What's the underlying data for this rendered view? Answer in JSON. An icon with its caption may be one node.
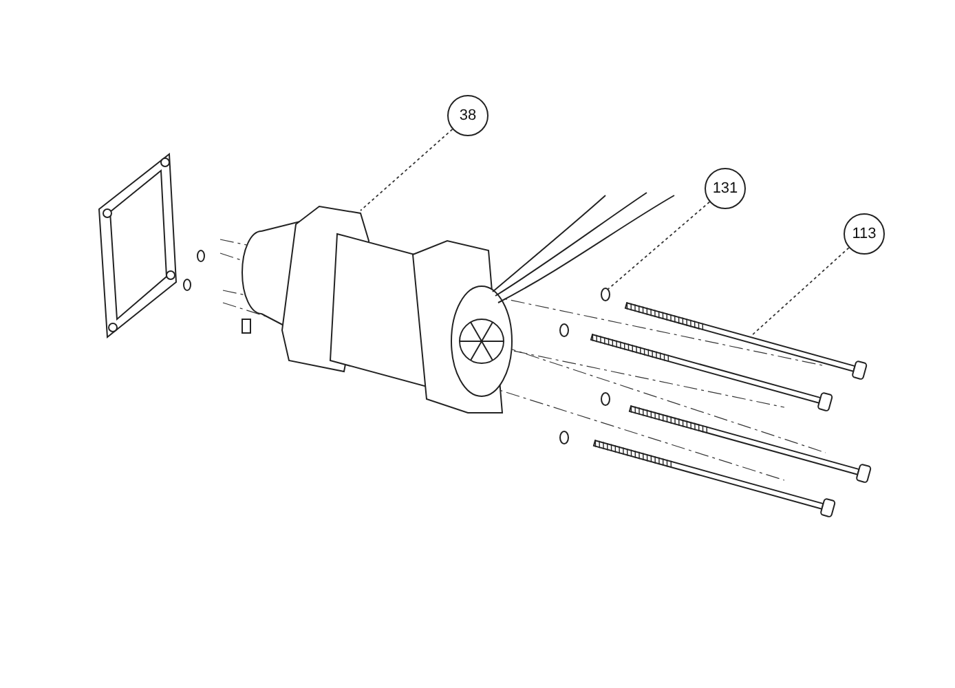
{
  "diagram": {
    "nodes": [
      {
        "text": [
          "38"
        ]
      },
      {
        "text": [],
        "shape": "picture"
      },
      {
        "text": [
          "131"
        ]
      },
      {
        "text": [],
        "shape": "circle"
      },
      {
        "text": [
          "113"
        ]
      },
      {
        "text": [],
        "shape": "picture"
      }
    ],
    "edges": [
      {
        "from": 0,
        "to": 1,
        "arrow": "none",
        "style": "dashed"
      },
      {
        "from": 2,
        "to": 3,
        "arrow": "none",
        "style": "dashed"
      },
      {
        "from": 4,
        "to": 5,
        "arrow": "none",
        "style": "dashed"
      }
    ]
  }
}
